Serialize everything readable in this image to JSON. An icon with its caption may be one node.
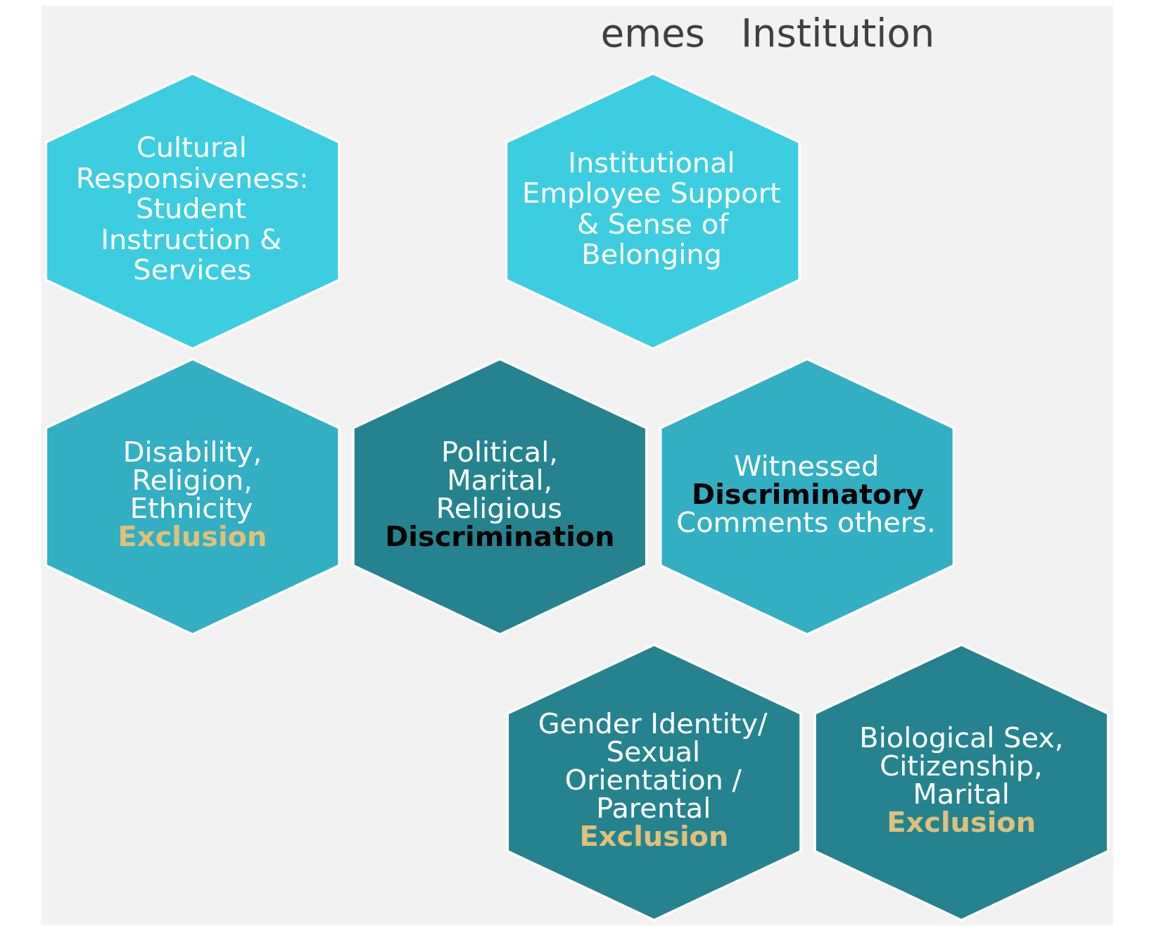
{
  "diagram": {
    "nodes": [
      {
        "text": [
          "Institutional Employee Support & Sense of Belonging"
        ]
      },
      {
        "text": [
          "Cultural Responsiveness: Student Instruction & Services"
        ]
      },
      {
        "text": [
          "Political, Marital, Religious **Discrimination**"
        ]
      },
      {
        "text": [
          "Witnessed **Discriminatory** Comments others."
        ]
      },
      {
        "text": [
          "Disability, Religion, Ethnicity **Exclusion**"
        ]
      },
      {
        "text": [
          "Gender Identity/ Sexual Orientation / Parental **Exclusion**"
        ]
      },
      {
        "text": [
          "Biological Sex, Citizenship, Marital **Exclusion**"
        ]
      }
    ],
    "labels": [
      "emes",
      "Institution"
    ]
  }
}
